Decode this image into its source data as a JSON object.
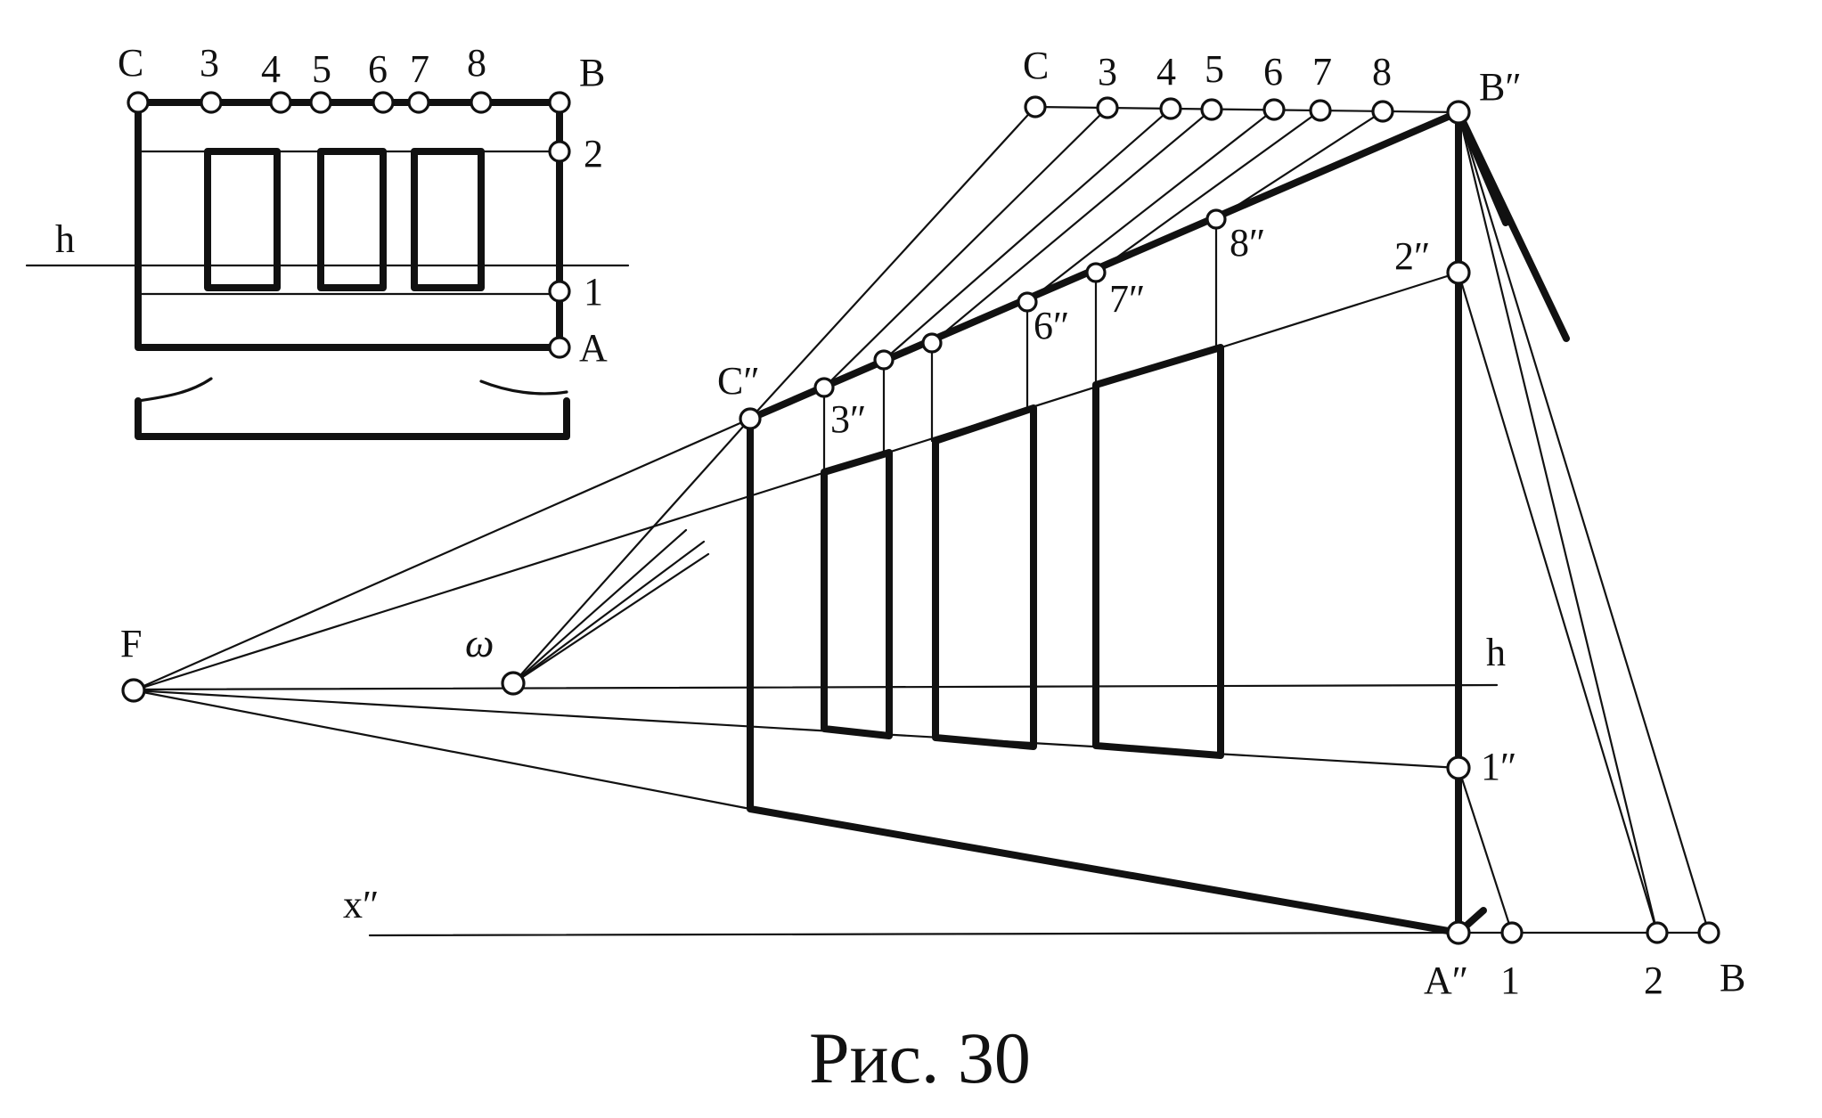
{
  "caption": "Рис. 30",
  "inset": {
    "top_labels": [
      "C",
      "3",
      "4",
      "5",
      "6",
      "7",
      "8",
      "B"
    ],
    "side_labels": [
      "2",
      "1",
      "A"
    ],
    "horizon_label": "h"
  },
  "perspective": {
    "vanishing_point_label": "F",
    "viewpoint_label": "ω",
    "horizon_label": "h",
    "ground_line_label": "x″",
    "top_labels": [
      "C",
      "3",
      "4",
      "5",
      "6",
      "7",
      "8",
      "B″"
    ],
    "corner_labels": {
      "c": "C″",
      "a": "A″"
    },
    "primed_labels": [
      "3″",
      "6″",
      "7″",
      "8″",
      "2″",
      "1″"
    ],
    "ground_labels": [
      "1",
      "2",
      "B"
    ]
  }
}
